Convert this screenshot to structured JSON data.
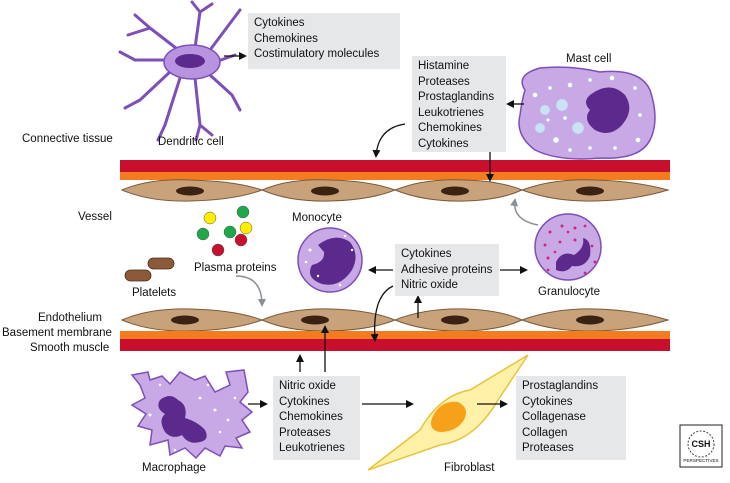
{
  "labels": {
    "dendritic_cell": "Dendritic cell",
    "mast_cell": "Mast cell",
    "connective_tissue": "Connective tissue",
    "vessel": "Vessel",
    "monocyte": "Monocyte",
    "plasma_proteins": "Plasma proteins",
    "platelets": "Platelets",
    "granulocyte": "Granulocyte",
    "endothelium": "Endothelium",
    "basement_membrane": "Basement membrane",
    "smooth_muscle": "Smooth muscle",
    "macrophage": "Macrophage",
    "fibroblast": "Fibroblast"
  },
  "boxes": {
    "dendritic": [
      "Cytokines",
      "Chemokines",
      "Costimulatory molecules"
    ],
    "mast": [
      "Histamine",
      "Proteases",
      "Prostaglandins",
      "Leukotrienes",
      "Chemokines",
      "Cytokines"
    ],
    "endothelial": [
      "Cytokines",
      "Adhesive proteins",
      "Nitric oxide"
    ],
    "macrophage": [
      "Nitric oxide",
      "Cytokines",
      "Chemokines",
      "Proteases",
      "Leukotrienes"
    ],
    "fibroblast": [
      "Prostaglandins",
      "Cytokines",
      "Collagenase",
      "Collagen",
      "Proteases"
    ]
  },
  "logo": {
    "line1": "CSH",
    "line2": "PERSPECTIVES"
  },
  "colors": {
    "vessel_red": "#c8102e",
    "vessel_orange": "#f47b20",
    "endothelial_cell": "#c8a27a",
    "nucleus": "#3b2314",
    "cell_purple": "#c9a8e6",
    "nucleus_purple": "#5b2a8c",
    "fibroblast_yellow": "#fff2a8",
    "fibroblast_nucleus": "#f7a11a",
    "box_gray": "#e6e7e9"
  }
}
